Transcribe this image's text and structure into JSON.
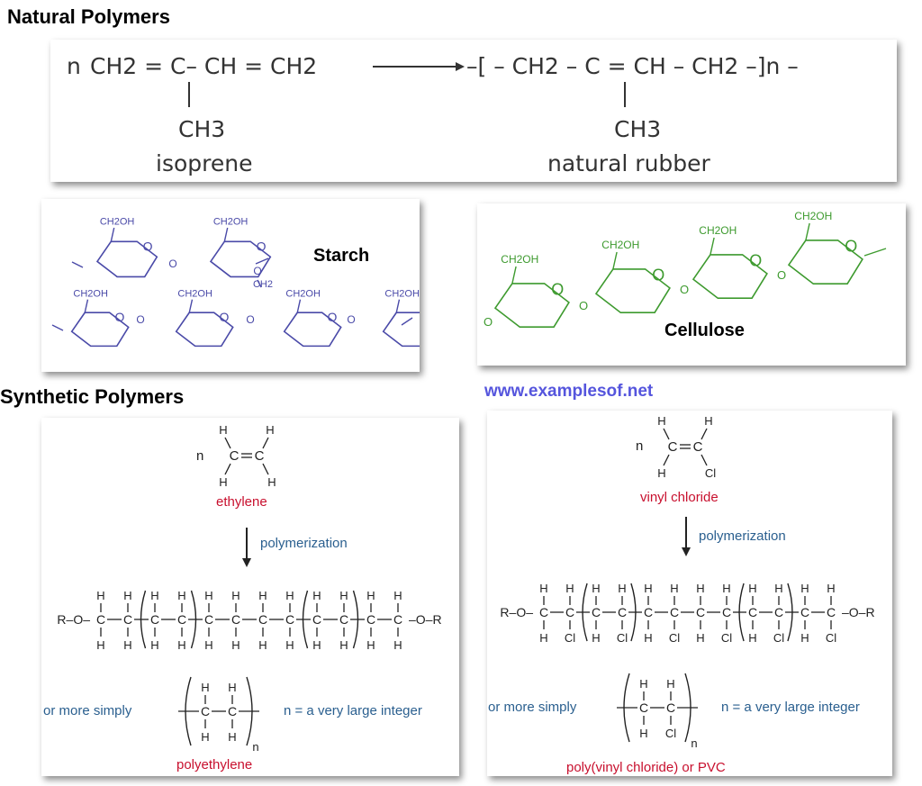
{
  "headings": {
    "natural": "Natural Polymers",
    "synthetic": "Synthetic Polymers"
  },
  "website": "www.examplesof.net",
  "rubber": {
    "n": "n",
    "reactant_chain": "CH2 = C– CH = CH2",
    "product_chain": "–[ – CH2 – C = CH – CH2 –]n –",
    "methyl": "CH3",
    "monomer_name": "isoprene",
    "polymer_name": "natural rubber"
  },
  "starch": {
    "label": "Starch",
    "substituent": "CH2OH",
    "bridge": "CH2",
    "ring_oxygen": "O"
  },
  "cellulose": {
    "label": "Cellulose",
    "substituent": "CH2OH",
    "ring_oxygen": "O"
  },
  "polyethylene": {
    "n": "n",
    "monomer_name": "ethylene",
    "process": "polymerization",
    "end_left": "R–O–",
    "end_right": "–O–R",
    "simply": "or more simply",
    "n_note": "n = a very large integer",
    "polymer_name": "polyethylene",
    "atom_c": "C",
    "atom_h": "H",
    "subscript_n": "n"
  },
  "pvc": {
    "n": "n",
    "monomer_name": "vinyl chloride",
    "process": "polymerization",
    "end_left": "R–O–",
    "end_right": "–O–R",
    "simply": "or more simply",
    "n_note": "n = a very large integer",
    "polymer_name": "poly(vinyl chloride) or PVC",
    "atom_c": "C",
    "atom_h": "H",
    "atom_cl": "Cl",
    "subscript_n": "n"
  },
  "colors": {
    "starch": "#4a4aa8",
    "cellulose": "#3d9a2e",
    "monomer_red": "#c8102e",
    "process_blue": "#2a5f8f",
    "website": "#5555dd"
  }
}
